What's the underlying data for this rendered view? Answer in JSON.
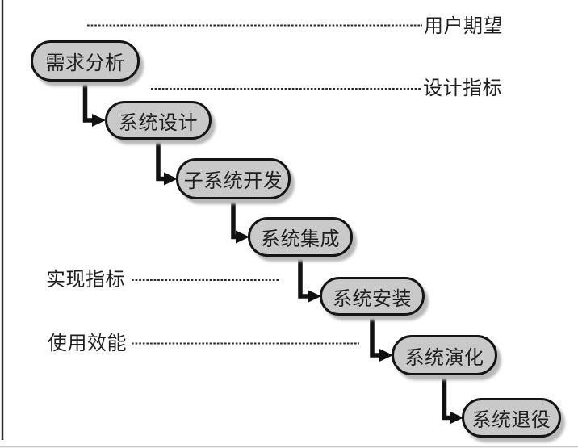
{
  "diagram": {
    "type": "waterfall-lifecycle-flowchart",
    "stages": [
      {
        "label": "需求分析"
      },
      {
        "label": "系统设计"
      },
      {
        "label": "子系统开发"
      },
      {
        "label": "系统集成"
      },
      {
        "label": "系统安装"
      },
      {
        "label": "系统演化"
      },
      {
        "label": "系统退役"
      }
    ],
    "annotations": [
      {
        "label": "用户期望",
        "side": "right"
      },
      {
        "label": "设计指标",
        "side": "right"
      },
      {
        "label": "实现指标",
        "side": "left"
      },
      {
        "label": "使用效能",
        "side": "left"
      }
    ],
    "colors": {
      "stage_fill": "#c9c9c9",
      "stage_border": "#151515",
      "stage_shadow": "#b9b9b9",
      "connector": "#111111",
      "dotted_line": "#2a2a2a",
      "text": "#1f1f1f",
      "background": "#ffffff"
    }
  }
}
